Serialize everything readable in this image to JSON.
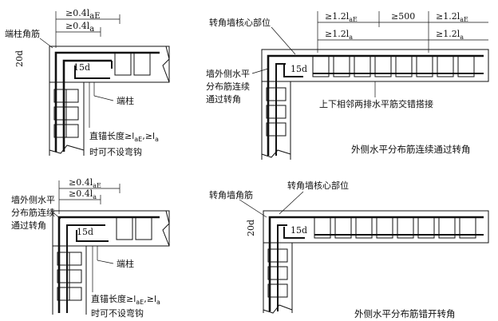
{
  "panels": {
    "tl": {
      "label_corner_bar": "端柱角筋",
      "dim_top_1": "≥0.4l",
      "dim_top_1_sub": "aE",
      "dim_top_2": "≥0.4l",
      "dim_top_2_sub": "a",
      "dim_side": "20d",
      "dim_hook": "15d",
      "label_column": "端柱",
      "note_line1": "直锚长度≥l",
      "note_line1_sub1": "aE",
      "note_line1_mid": ",≥l",
      "note_line1_sub2": "a",
      "note_line2": "时可不设弯钩"
    },
    "tr": {
      "label_core": "转角墙核心部位",
      "dim_a": "≥1.2l",
      "dim_a_sub": "aE",
      "dim_b": "≥1.2l",
      "dim_b_sub": "a",
      "dim_mid": "≥500",
      "dim_c": "≥1.2l",
      "dim_c_sub": "aE",
      "dim_d": "≥1.2l",
      "dim_d_sub": "a",
      "dim_hook": "15d",
      "side_label_1": "墙外侧水平",
      "side_label_2": "分布筋连续",
      "side_label_3": "通过转角",
      "lap_label": "上下相邻两排水平筋交错搭接",
      "caption": "外侧水平分布筋连续通过转角"
    },
    "bl": {
      "side_label_1": "墙外侧水平",
      "side_label_2": "分布筋连续",
      "side_label_3": "通过转角",
      "dim_top_1": "≥0.4l",
      "dim_top_1_sub": "aE",
      "dim_top_2": "≥0.4l",
      "dim_top_2_sub": "a",
      "dim_hook": "15d",
      "label_column": "端柱",
      "note_line1": "直锚长度≥l",
      "note_line1_sub1": "aE",
      "note_line1_mid": ",≥l",
      "note_line1_sub2": "a",
      "note_line2": "时可不设弯钩"
    },
    "br": {
      "label_corner_bar": "转角墙角筋",
      "label_core": "转角墙核心部位",
      "dim_side": "20d",
      "dim_hook": "15d",
      "caption": "外侧水平分布筋错开转角"
    }
  }
}
